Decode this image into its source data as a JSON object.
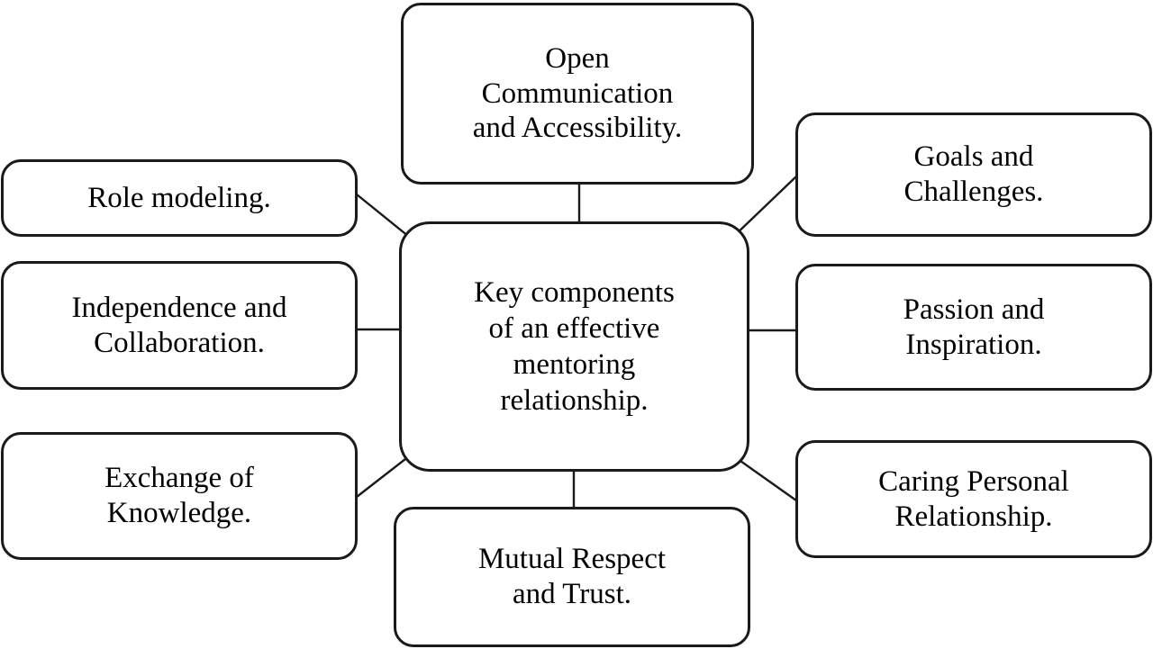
{
  "diagram": {
    "type": "hub-and-spoke-mind-map",
    "title_text": "Key components of an effective mentoring relationship.",
    "style": {
      "background_color": "#ffffff",
      "box_fill": "#ffffff",
      "box_border_color": "#1a1a1a",
      "connector_color": "#1a1a1a",
      "text_color": "#000000"
    },
    "center": {
      "id": "center-node",
      "label": "Key components\nof an effective\nmentoring\nrelationship."
    },
    "nodes": [
      {
        "id": "open-communication",
        "label": "Open\nCommunication\nand Accessibility.",
        "position": "top"
      },
      {
        "id": "goals-and-challenges",
        "label": "Goals and\nChallenges.",
        "position": "right-top"
      },
      {
        "id": "passion-and-inspiration",
        "label": "Passion and\nInspiration.",
        "position": "right-middle"
      },
      {
        "id": "caring-personal-relationship",
        "label": "Caring Personal\nRelationship.",
        "position": "right-bottom"
      },
      {
        "id": "mutual-respect-and-trust",
        "label": "Mutual Respect\nand Trust.",
        "position": "bottom"
      },
      {
        "id": "exchange-of-knowledge",
        "label": "Exchange of\nKnowledge.",
        "position": "left-bottom"
      },
      {
        "id": "independence-and-collaboration",
        "label": "Independence and\nCollaboration.",
        "position": "left-middle"
      },
      {
        "id": "role-modeling",
        "label": "Role modeling.",
        "position": "left-top"
      }
    ],
    "connections": [
      {
        "from": "center-node",
        "to": "open-communication"
      },
      {
        "from": "center-node",
        "to": "goals-and-challenges"
      },
      {
        "from": "center-node",
        "to": "passion-and-inspiration"
      },
      {
        "from": "center-node",
        "to": "caring-personal-relationship"
      },
      {
        "from": "center-node",
        "to": "mutual-respect-and-trust"
      },
      {
        "from": "center-node",
        "to": "exchange-of-knowledge"
      },
      {
        "from": "center-node",
        "to": "independence-and-collaboration"
      },
      {
        "from": "center-node",
        "to": "role-modeling"
      }
    ]
  }
}
